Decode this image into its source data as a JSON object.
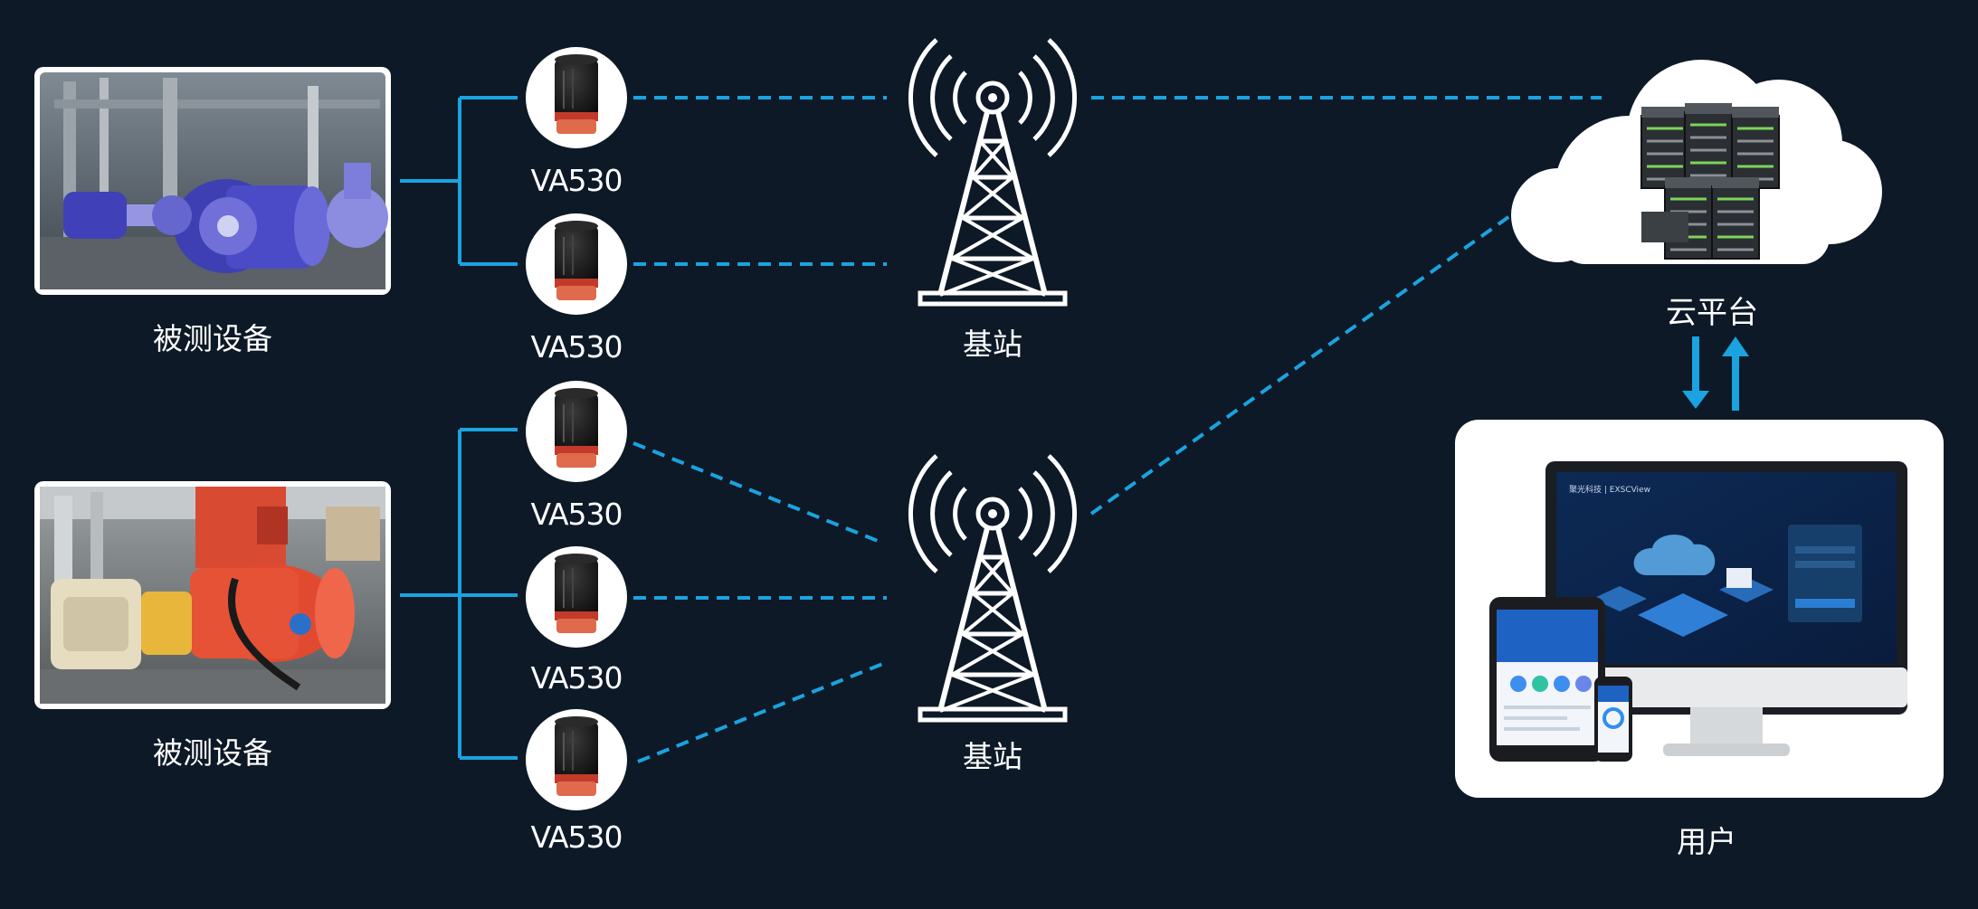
{
  "devices": [
    {
      "label": "被测设备",
      "theme": "blue-pump"
    },
    {
      "label": "被测设备",
      "theme": "red-motor"
    }
  ],
  "sensors": [
    {
      "label": "VA530"
    },
    {
      "label": "VA530"
    },
    {
      "label": "VA530"
    },
    {
      "label": "VA530"
    },
    {
      "label": "VA530"
    }
  ],
  "stations": [
    {
      "label": "基站"
    },
    {
      "label": "基站"
    }
  ],
  "cloud": {
    "label": "云平台"
  },
  "user": {
    "label": "用户",
    "screen_brand": "聚光科技 | EXSCView"
  },
  "colors": {
    "background": "#0d1926",
    "link_dashed": "#1aa3e0",
    "bracket": "#1aa3e0",
    "arrow": "#1aa3e0"
  }
}
